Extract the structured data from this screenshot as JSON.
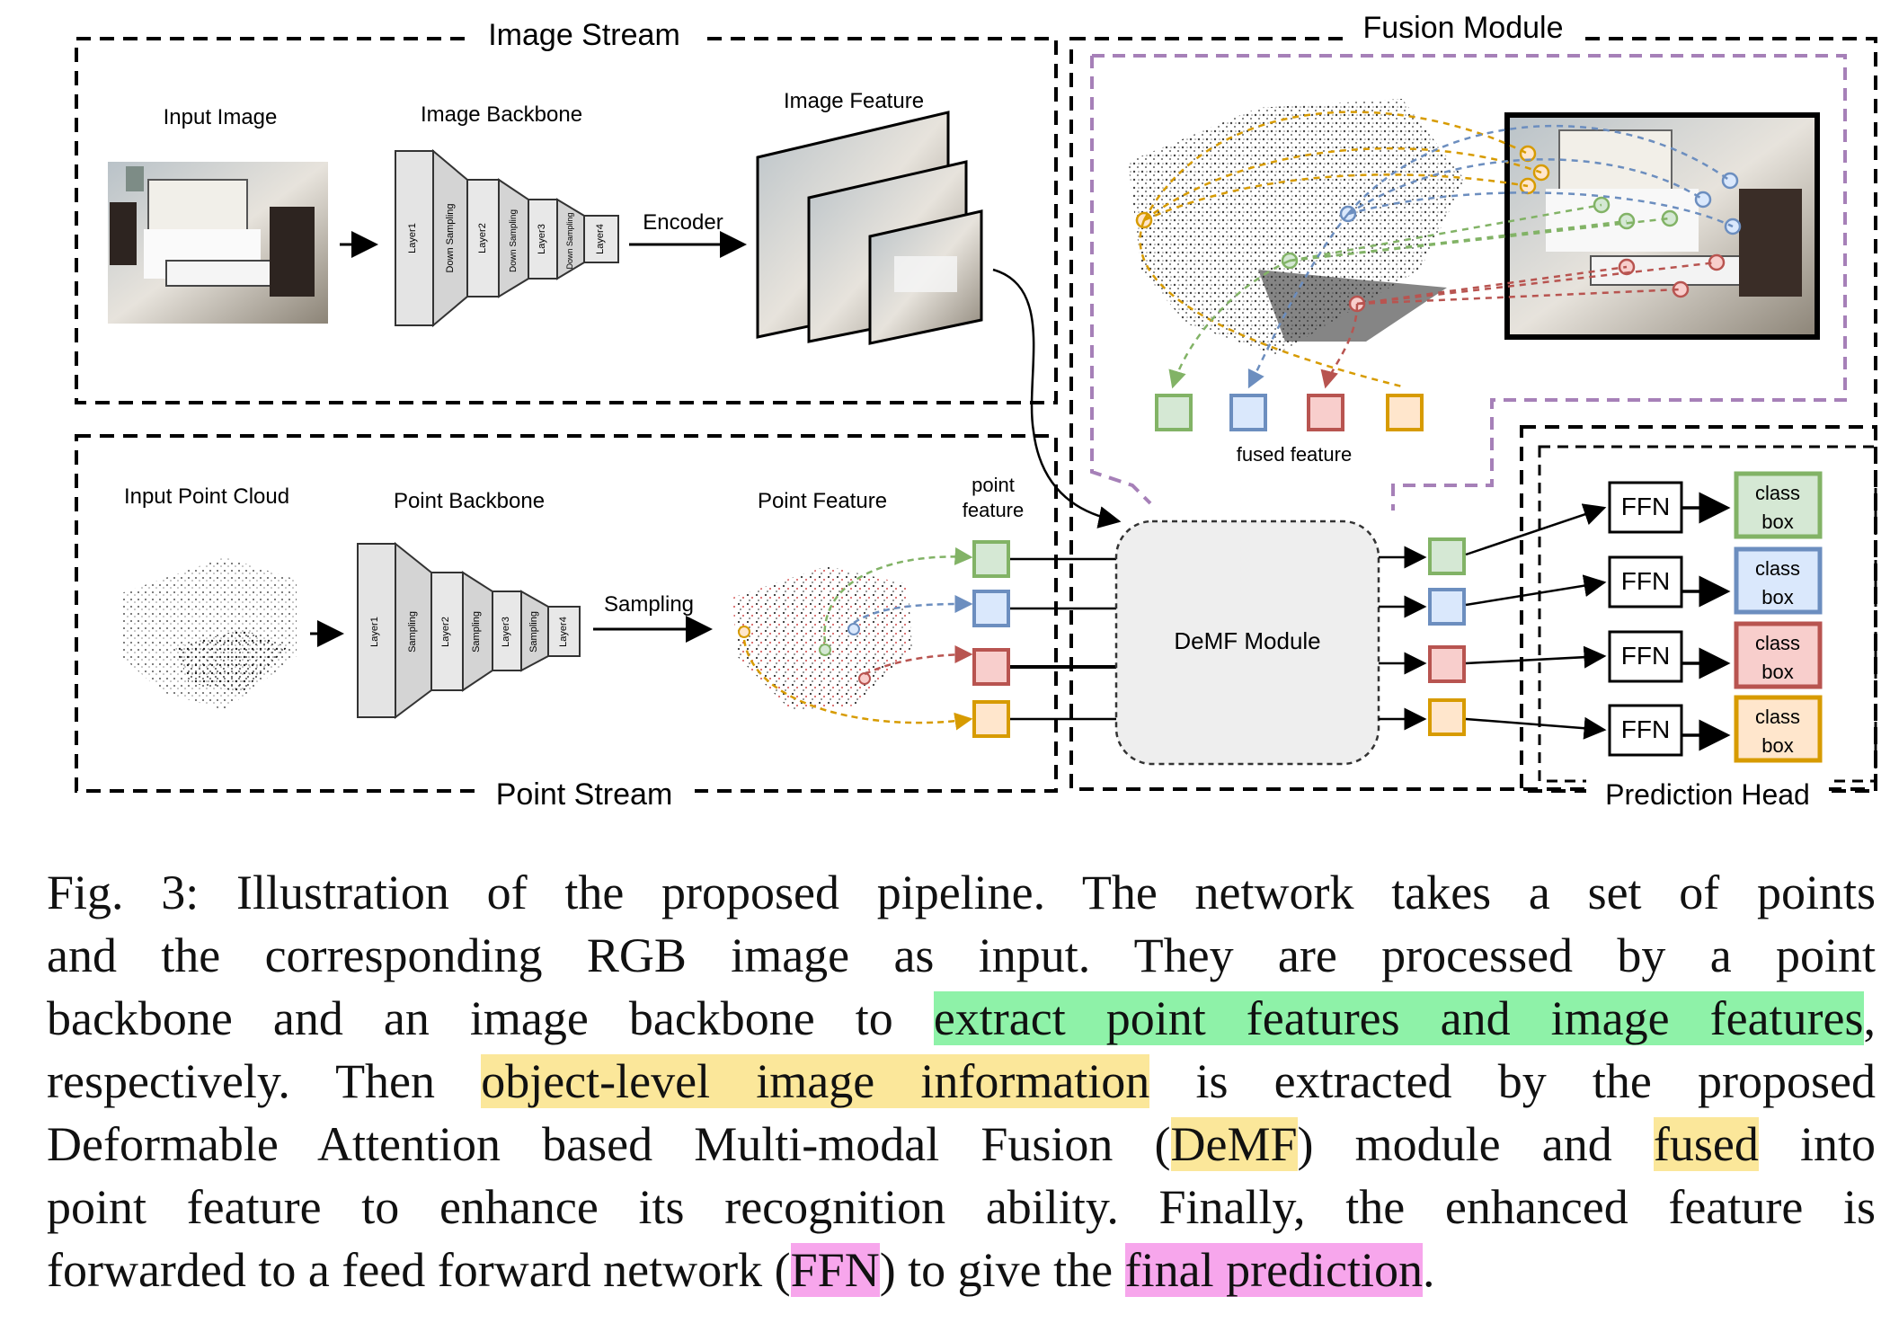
{
  "figure": {
    "image_stream": {
      "title": "Image Stream",
      "input_label": "Input Image",
      "backbone_label": "Image Backbone",
      "backbone_layers": [
        "Layer1",
        "Down Sampling",
        "Layer2",
        "Down Sampling",
        "Layer3",
        "Down Sampling",
        "Layer4"
      ],
      "encoder_label": "Encoder",
      "feature_label": "Image Feature"
    },
    "point_stream": {
      "title": "Point Stream",
      "input_label": "Input Point Cloud",
      "backbone_label": "Point Backbone",
      "backbone_layers": [
        "Layer1",
        "Sampling",
        "Layer2",
        "Sampling",
        "Layer3",
        "Sampling",
        "Layer4"
      ],
      "sampling_label": "Sampling",
      "feature_label": "Point Feature",
      "point_feature_label_1": "point",
      "point_feature_label_2": "feature"
    },
    "fusion_module": {
      "title": "Fusion Module",
      "fused_feature_label": "fused feature"
    },
    "demf_module": {
      "label": "DeMF Module"
    },
    "prediction_head": {
      "title": "Prediction Head",
      "ffn_label": "FFN",
      "class_label": "class",
      "box_label": "box"
    },
    "colors": {
      "green": "#82b366",
      "green_fill": "#d5e8d4",
      "blue": "#6c8ebf",
      "blue_fill": "#dae8fc",
      "red": "#b85450",
      "red_fill": "#f8cecc",
      "orange": "#d79b00",
      "orange_fill": "#ffe6cc",
      "purple_dash": "#a680b8",
      "demf_fill": "#eeeeee"
    }
  },
  "caption": {
    "l1": "Fig. 3: Illustration of the proposed pipeline. The network takes a set of points",
    "l2": "and the corresponding RGB image as input. They are processed by a point",
    "l3_a": "backbone and an image backbone to ",
    "l3_hl": "extract point features and image features",
    "l3_b": ",",
    "l4_a": "respectively. Then ",
    "l4_hl": "object-level image information",
    "l4_b": " is extracted by the proposed",
    "l5_a": "Deformable Attention based Multi-modal Fusion (",
    "l5_hl1": "DeMF",
    "l5_b": ") module and ",
    "l5_hl2": "fused",
    "l5_c": " into",
    "l6": "point feature to enhance its recognition ability. Finally, the enhanced feature is",
    "l7_a": "forwarded to a feed forward network (",
    "l7_hl1": "FFN",
    "l7_b": ") to give the ",
    "l7_hl2": "final prediction",
    "l7_c": "."
  }
}
